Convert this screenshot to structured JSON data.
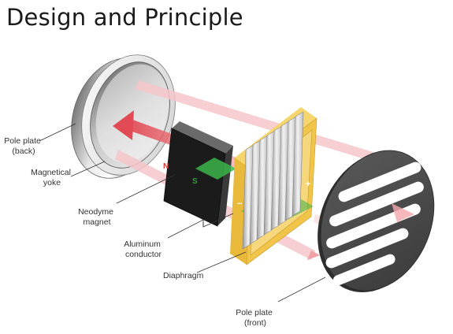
{
  "title": "Design and Principle",
  "labels": {
    "pole_plate_back": [
      "Pole plate",
      "(back)"
    ],
    "magnetical_yoke": [
      "Magnetical",
      "yoke"
    ],
    "neodyme_magnet": [
      "Neodyme",
      "magnet"
    ],
    "aluminum_conductor": [
      "Aluminum",
      "conductor"
    ],
    "diaphragm": "Diaphragm",
    "pole_plate_front": [
      "Pole plate",
      "(front)"
    ]
  },
  "magnet_poles": {
    "north": "N",
    "south": "S"
  },
  "terminals": {
    "negative": "−",
    "positive": "+"
  },
  "colors": {
    "accent_red": "#e24b55",
    "north_label": "#d93a35",
    "south_label": "#2f9e3a",
    "green_plane": "#3cb44a",
    "diaphragm_gold": "#f1c54a",
    "magnet_black": "#1b1b1b",
    "front_plate": "#4a4a4a"
  }
}
